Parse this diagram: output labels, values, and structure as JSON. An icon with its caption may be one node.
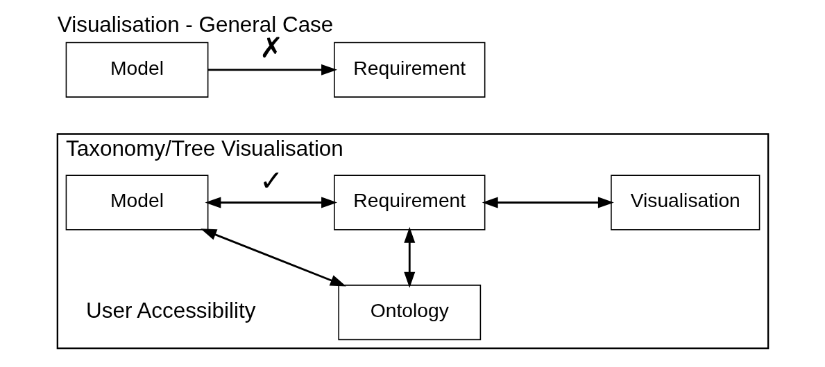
{
  "diagram": {
    "title": "Visualisation - General Case",
    "nodes": [
      {
        "text": [
          "Model"
        ]
      },
      {
        "text": [
          "Requirement"
        ]
      },
      {
        "text": [
          "Taxonomy/Tree Visualisation"
        ]
      },
      {
        "text": [
          "Model"
        ],
        "in": 2
      },
      {
        "text": [
          "Requirement"
        ],
        "in": 2
      },
      {
        "text": [
          "Visualisation"
        ],
        "in": 2
      },
      {
        "text": [
          "Ontology"
        ],
        "in": 2
      }
    ],
    "edges": [
      {
        "from": 0,
        "to": 1,
        "arrow": "to",
        "label": "✗"
      },
      {
        "from": 3,
        "to": 4,
        "arrow": "both",
        "label": "✓"
      },
      {
        "from": 4,
        "to": 5,
        "arrow": "both"
      },
      {
        "from": 3,
        "to": 6,
        "arrow": "both"
      },
      {
        "from": 4,
        "to": 6,
        "arrow": "both"
      }
    ],
    "labels": [
      "User Accessibility"
    ]
  }
}
